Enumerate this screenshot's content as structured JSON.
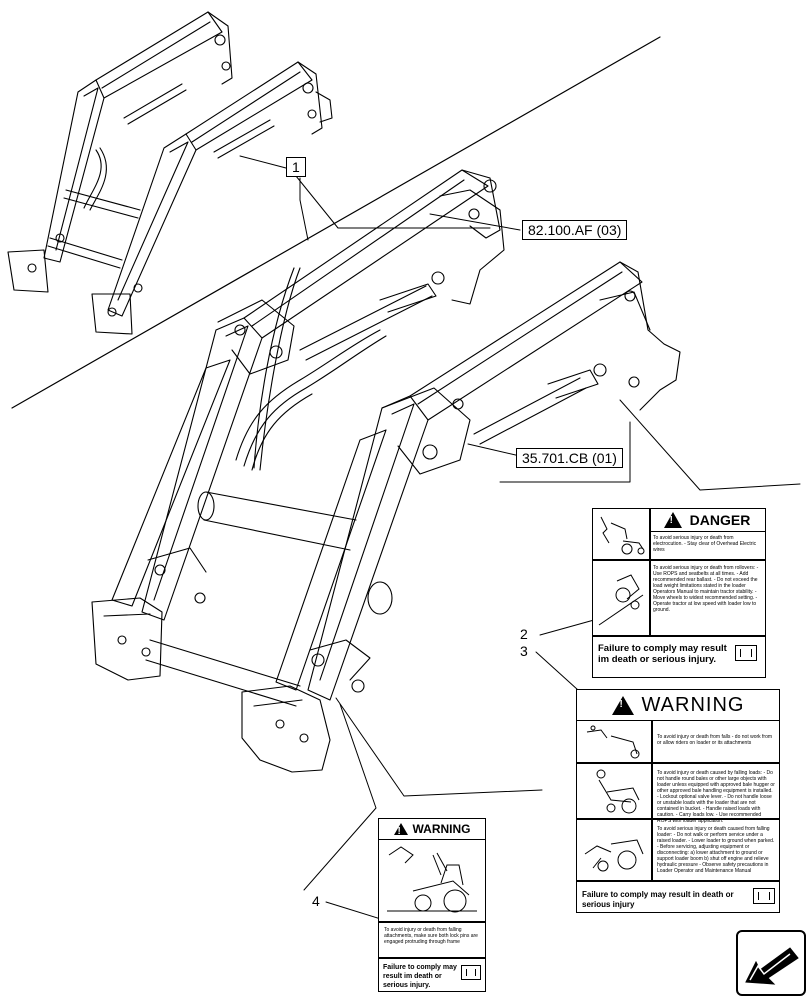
{
  "callouts": {
    "item_1": "1",
    "ref_af": "82.100.AF (03)",
    "ref_cb": "35.701.CB (01)",
    "item_2": "2",
    "item_3": "3",
    "item_4": "4"
  },
  "decal_danger": {
    "header": "DANGER",
    "section1": "To avoid serious injury or death from electrocution. - Stay clear of Overhead Electric wires",
    "section2": "To avoid serious injury or death from rollovers: - Use ROPS and seatbelts at all times. - Add recommended rear ballast. - Do not exceed the load weight limitations stated in the loader Operators Manual to maintain tractor stability. - Move wheels to widest recommended setting. - Operate tractor at low speed with loader low to ground.",
    "footer": "Failure to comply may result im death or serious injury."
  },
  "decal_warning_large": {
    "header": "WARNING",
    "section1": "To avoid injury or death from falls - do not work from or allow riders on loader or its attachments",
    "section2": "To avoid injury or death caused by falling loads: - Do not handle round bales or other large objects with loader unless equipped with approved bale hugger or other approved bale handling equipment is installed. - Lockout optional valve lever. - Do not handle loose or unstable loads with the loader that are not contained in bucket. - Handle raised loads with caution. - Carry loads low. - Use recommended ROPS with loader application.",
    "section3": "To avoid serious injury or death caused from falling loader: - Do not walk or perform service under a raised loader. - Lower loader to ground when parked. - Before servicing, adjusting equipment or disconnecting: a) lower attachment to ground or support loader boom b) shut off engine and relieve hydraulic pressure - Observe safety precautions in Loader Operator and Maintenance Manual",
    "footer": "Failure to comply may result in death or serious injury"
  },
  "decal_warning_small": {
    "header": "WARNING",
    "body": "To avoid injury or death from falling attachments, make sure both lock pins are engaged protruding through frame",
    "footer": "Failure to comply may result im death or serious injury."
  },
  "icons": {
    "book": "operator-manual-book-icon",
    "warning": "warning-triangle-icon",
    "nav": "next-page-arrow-icon"
  }
}
